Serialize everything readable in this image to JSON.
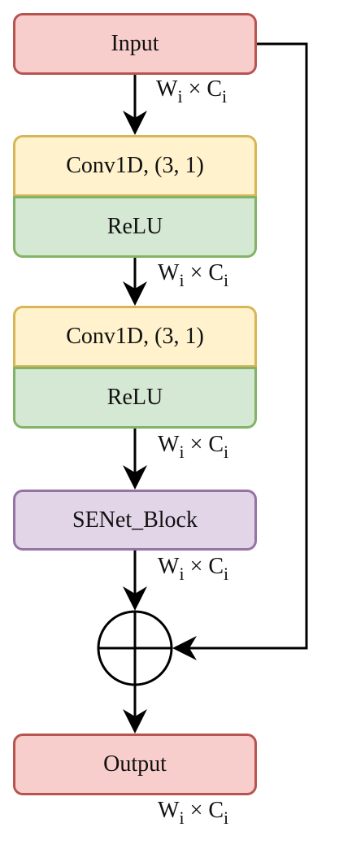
{
  "nodes": {
    "input": "Input",
    "conv1": "Conv1D, (3, 1)",
    "relu1": "ReLU",
    "conv2": "Conv1D, (3, 1)",
    "relu2": "ReLU",
    "senet": "SENet_Block",
    "output": "Output"
  },
  "shape_label": {
    "base": "W",
    "base_sub": "i",
    "times": " × ",
    "channel": "C",
    "channel_sub": "i"
  },
  "colors": {
    "io_fill": "#f8cecc",
    "io_border": "#b85450",
    "conv_fill": "#fff2cc",
    "conv_border": "#d6b656",
    "relu_fill": "#d5e8d4",
    "relu_border": "#82b366",
    "senet_fill": "#e1d5e7",
    "senet_border": "#9673a6"
  }
}
